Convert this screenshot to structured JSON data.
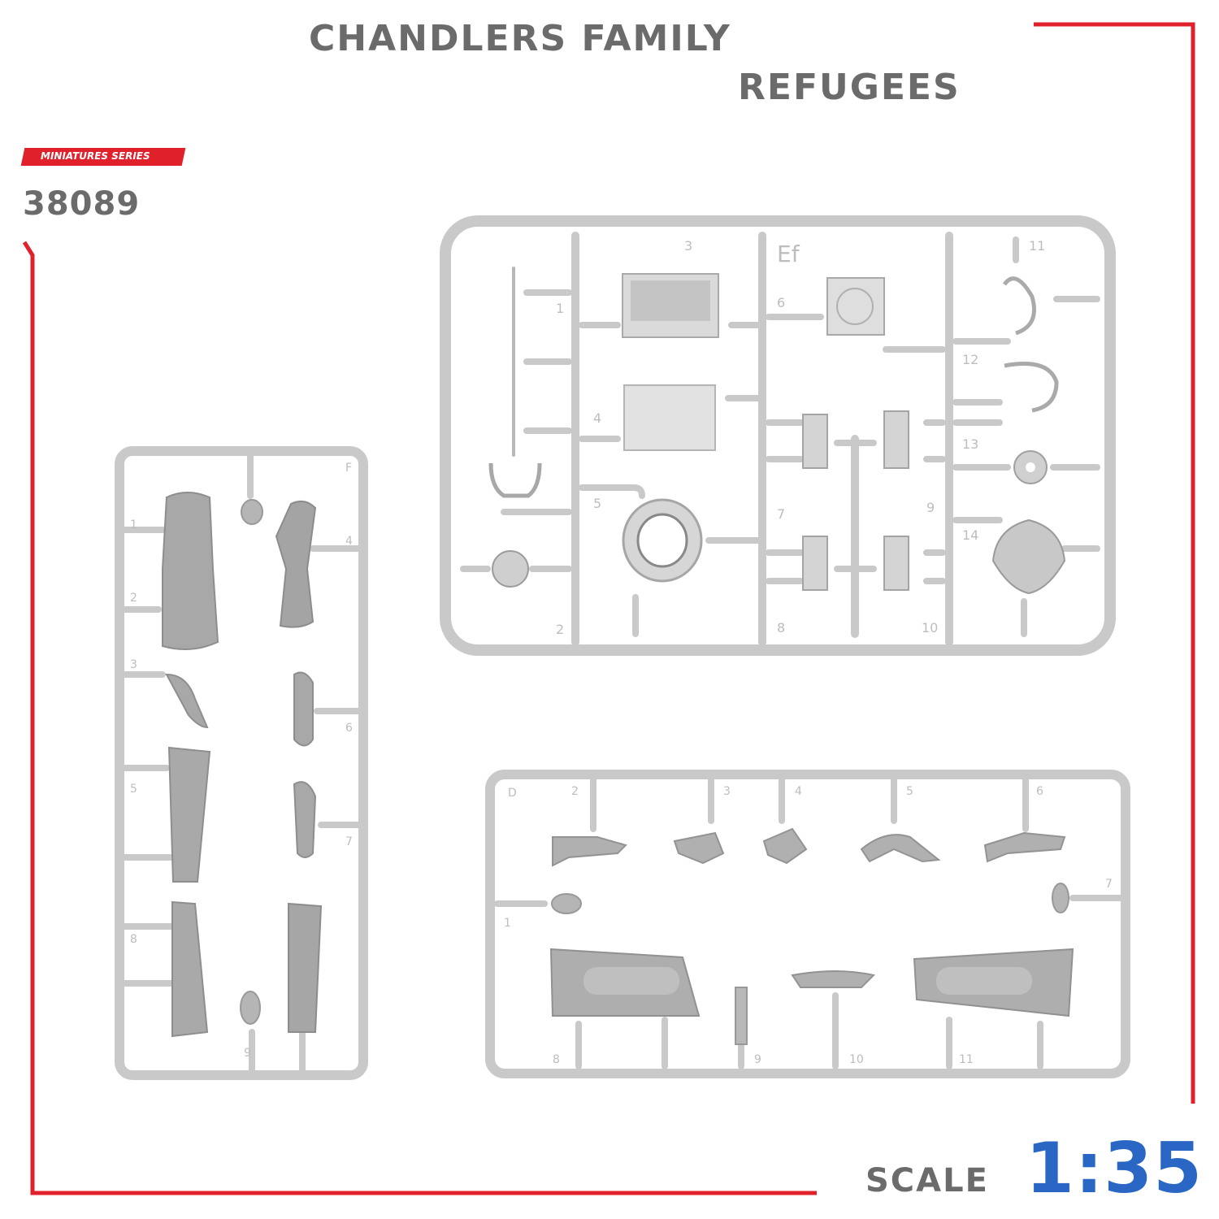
{
  "header": {
    "title_line1": "CHANDLERS FAMILY",
    "title_line2": "REFUGEES"
  },
  "badge": {
    "series_label": "MINIATURES SERIES",
    "color": "#e0202a"
  },
  "product": {
    "code": "38089"
  },
  "scale": {
    "label": "SCALE",
    "value": "1:35",
    "color": "#2a67c4"
  },
  "sprues": {
    "top_right": {
      "letters": "Ef",
      "numbers": [
        "1",
        "2",
        "3",
        "4",
        "5",
        "6",
        "7",
        "8",
        "9",
        "10",
        "11",
        "12",
        "13",
        "14"
      ]
    },
    "left": {
      "letters": "F",
      "numbers": [
        "1",
        "2",
        "3",
        "4",
        "5",
        "6",
        "7",
        "8",
        "9"
      ]
    },
    "bottom": {
      "letters": "D",
      "numbers": [
        "1",
        "2",
        "3",
        "4",
        "5",
        "6",
        "7",
        "8",
        "9",
        "10",
        "11"
      ]
    }
  },
  "colors": {
    "frame_red": "#e0202a",
    "plastic": "#cfcfcf",
    "plastic_dark": "#a9a9a9",
    "text_gray": "#6b6b6b"
  }
}
